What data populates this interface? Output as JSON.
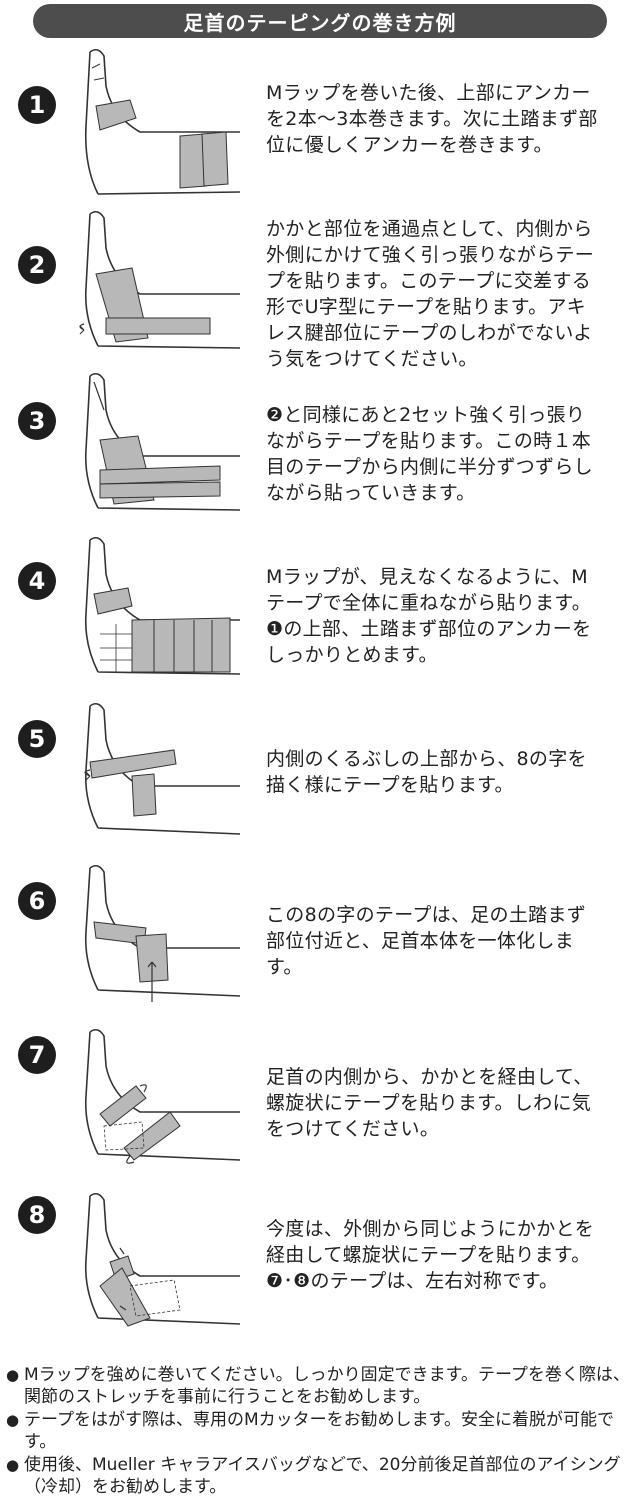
{
  "header": {
    "title": "足首のテーピングの巻き方例"
  },
  "steps": [
    {
      "number": "1",
      "text": "Mラップを巻いた後、上部にアンカーを2本〜3本巻きます。次に土踏まず部位に優しくアンカーを巻きます。"
    },
    {
      "number": "2",
      "text": "かかと部位を通過点として、内側から外側にかけて強く引っ張りながらテープを貼ります。このテープに交差する形でU字型にテープを貼ります。アキレス腱部位にテープのしわがでないよう気をつけてください。"
    },
    {
      "number": "3",
      "text": "❷と同様にあと2セット強く引っ張りながらテープを貼ります。この時１本目のテープから内側に半分ずつずらしながら貼っていきます。"
    },
    {
      "number": "4",
      "text": "Mラップが、見えなくなるように、Mテープで全体に重ねながら貼ります。❶の上部、土踏まず部位のアンカーをしっかりとめます。"
    },
    {
      "number": "5",
      "text": "内側のくるぶしの上部から、8の字を描く様にテープを貼ります。"
    },
    {
      "number": "6",
      "text": "この8の字のテープは、足の土踏まず部位付近と、足首本体を一体化します。"
    },
    {
      "number": "7",
      "text": "足首の内側から、かかとを経由して、螺旋状にテープを貼ります。しわに気をつけてください。"
    },
    {
      "number": "8",
      "text": "今度は、外側から同じようにかかとを経由して螺旋状にテープを貼ります。❼･❽のテープは、左右対称です。"
    }
  ],
  "notes": [
    {
      "bullet": "●",
      "text": "Mラップを強めに巻いてください。しっかり固定できます。テープを巻く際は、関節のストレッチを事前に行うことをお勧めします。"
    },
    {
      "bullet": "●",
      "text": "テープをはがす際は、専用のMカッターをお勧めします。安全に着脱が可能です。"
    },
    {
      "bullet": "●",
      "text": "使用後、Mueller キャラアイスバッグなどで、20分前後足首部位のアイシング（冷却）をお勧めします。"
    }
  ],
  "colors": {
    "title_bar": "#4d4d4d",
    "tape": "#b8b8b8",
    "number_badge": "#1e1e1e"
  },
  "icons": [
    "foot-illustration",
    "wrap-direction-arrow-icon"
  ]
}
